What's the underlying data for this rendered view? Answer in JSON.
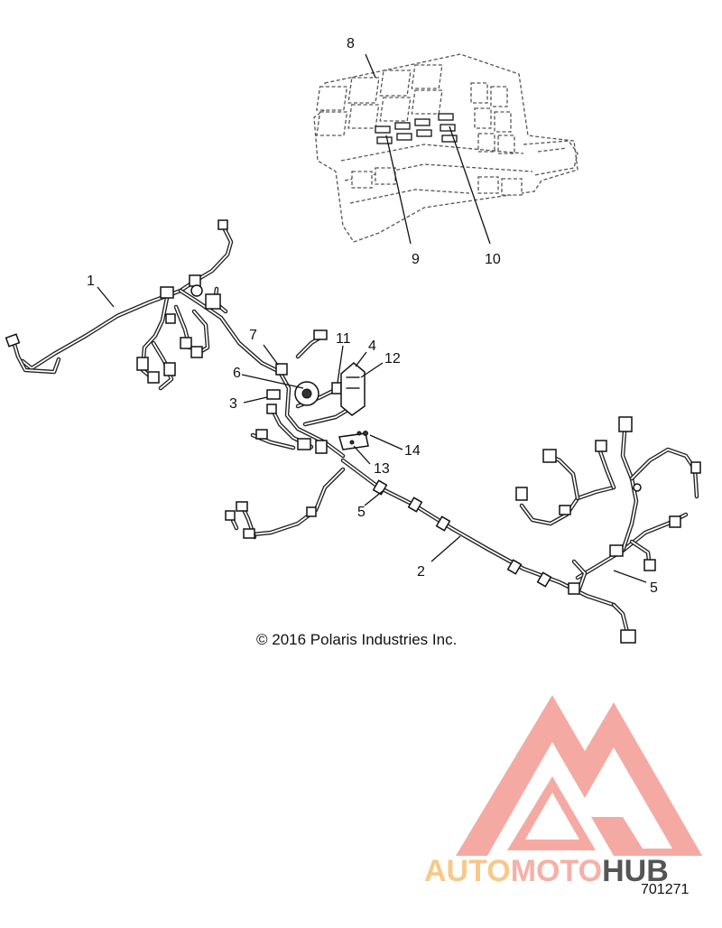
{
  "callouts": {
    "c1": "1",
    "c2": "2",
    "c3": "3",
    "c4": "4",
    "c5a": "5",
    "c5b": "5",
    "c6": "6",
    "c7": "7",
    "c8": "8",
    "c9": "9",
    "c10": "10",
    "c11": "11",
    "c12": "12",
    "c13": "13",
    "c14": "14"
  },
  "copyright": "© 2016 Polaris Industries Inc.",
  "document_number": "701271",
  "watermark": {
    "part1": "AUTO",
    "part2": "MOTO",
    "part3": "HUB",
    "colors": {
      "auto": "#f6c98a",
      "moto": "#f7b0a6",
      "hub": "#555555",
      "logo": "#f29b93"
    }
  }
}
